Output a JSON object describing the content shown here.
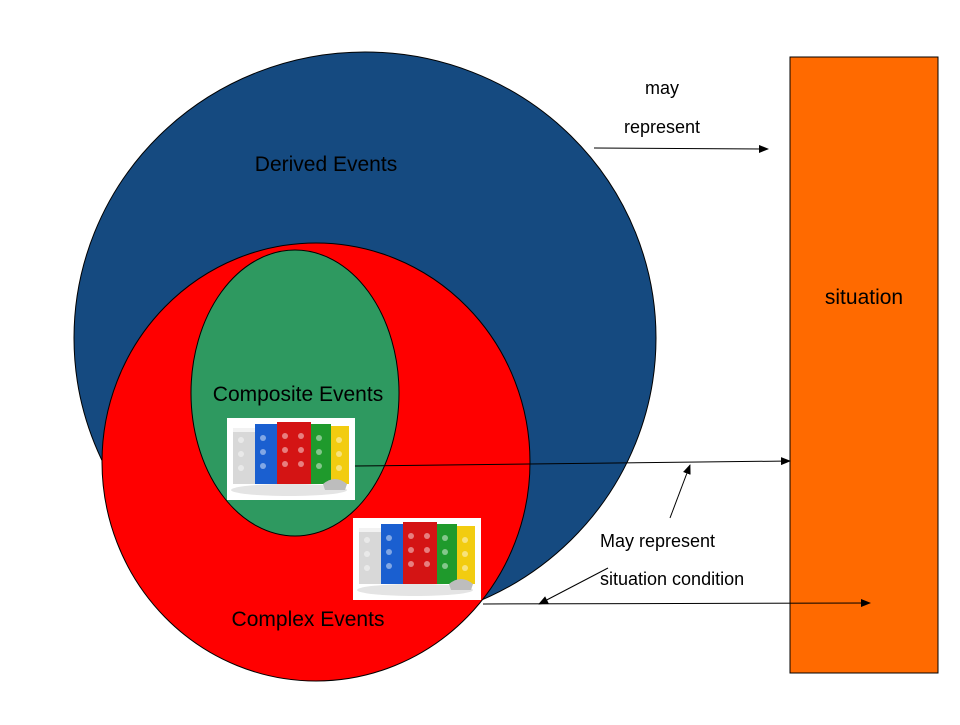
{
  "diagram": {
    "sets": {
      "derived": {
        "label": "Derived Events",
        "color": "#154a80"
      },
      "complex": {
        "label": "Complex Events",
        "color": "#ff0000"
      },
      "composite": {
        "label": "Composite Events",
        "color": "#2e9960"
      }
    },
    "situation": {
      "label": "situation",
      "color": "#ff6a00"
    },
    "annotations": {
      "may": "may",
      "represent": "represent",
      "may_represent": "May represent",
      "situation_condition": "situation condition"
    },
    "icons": {
      "composite_thumbnail": "lego-bricks-icon",
      "complex_thumbnail": "lego-bricks-icon"
    }
  }
}
